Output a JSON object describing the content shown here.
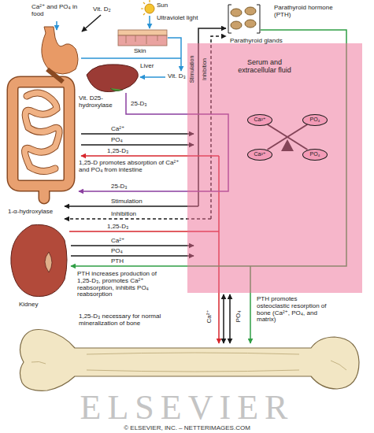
{
  "diagram": {
    "nodes": [
      {
        "text": [
          "Serum and extracellular fluid"
        ]
      },
      {
        "text": [
          "Ca²⁺"
        ],
        "in": 0
      },
      {
        "text": [
          "PO₄"
        ],
        "in": 0
      },
      {
        "text": [
          "Ca²⁺"
        ],
        "in": 0
      },
      {
        "text": [
          "PO₄"
        ],
        "in": 0
      }
    ],
    "edges": [
      {
        "from": 1,
        "to": 4,
        "arrow": "none"
      },
      {
        "from": 2,
        "to": 3,
        "arrow": "none"
      }
    ],
    "labels": [
      "Ca²⁺ and PO₄ in food",
      "Vit. D₂",
      "Sun",
      "Ultraviolet light",
      "Parathyroid hormone (PTH)",
      "Skin",
      "Parathyroid glands",
      "Liver",
      "Stimulation",
      "Inhibition",
      "Vit. D₃",
      "Vit. D25-hydroxylase",
      "25-D₃",
      "Ca²⁺",
      "PO₄",
      "1,25-D₃",
      "1,25-D promotes absorption of Ca²⁺ and PO₄ from intestine",
      "25-D₃",
      "Stimulation",
      "1-α-hydroxylase",
      "Inhibition",
      "1,25-D₃",
      "Ca²⁺",
      "PO₄",
      "PTH",
      "PTH increases production of 1,25-D₃, promotes Ca²⁺ reabsorption, inhibits PO₄ reabsorption",
      "Kidney",
      "1,25-D₃ necessary for normal mineralization of bone",
      "Ca²⁺",
      "PO₄",
      "PTH promotes osteoclastic resorption of bone (Ca²⁺, PO₄, and matrix)",
      "ELSEVIER",
      "© ELSEVIER, INC. – NETTERIMAGES.COM"
    ]
  }
}
